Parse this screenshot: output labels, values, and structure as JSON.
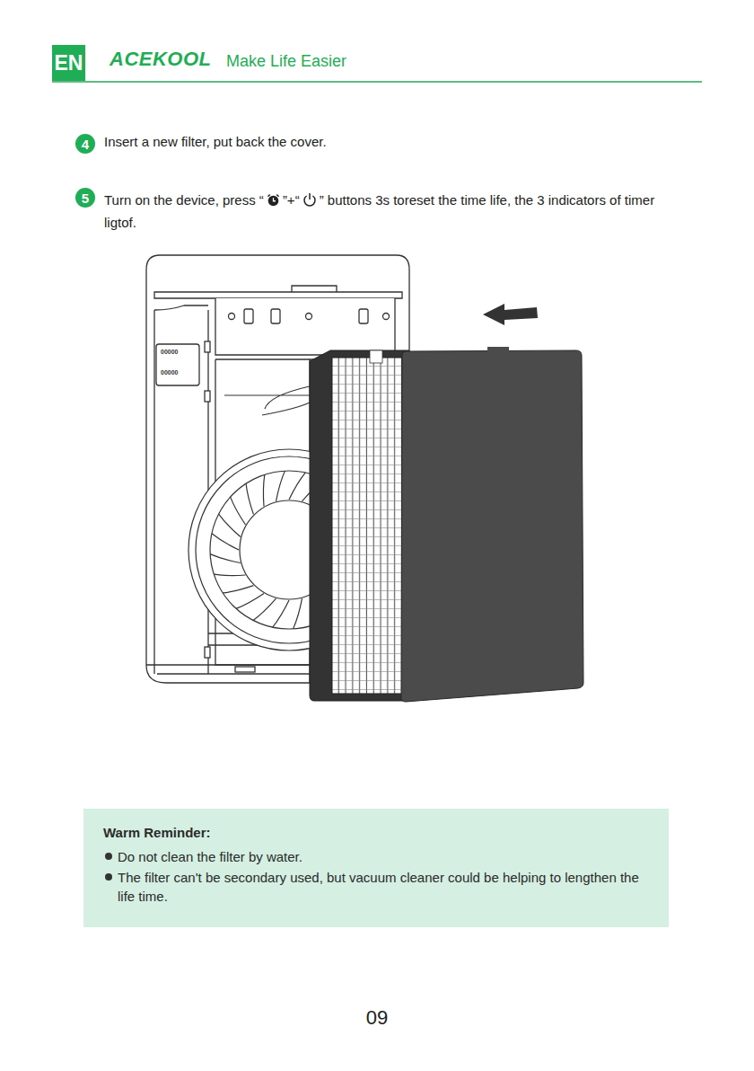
{
  "diagram": {
    "nodes": [
      {
        "text": [
          "EN"
        ]
      },
      {
        "text": [
          "4"
        ]
      },
      {
        "text": [
          "5"
        ]
      },
      {
        "text": [
          "Warm Reminder:",
          "Do not clean the filter by water.",
          "The filter can't be secondary used, but vacuum cleaner could be helping to lengthen the life time."
        ]
      }
    ],
    "labels": [
      "ACEKOOL",
      "Make Life Easier",
      "Insert a new filter, put back the cover.",
      "Turn on the device, press “",
      "”+“",
      "” buttons 3s toreset the time life, the 3 indicators of timer ligtof.",
      "00000",
      "00000",
      "09"
    ]
  }
}
